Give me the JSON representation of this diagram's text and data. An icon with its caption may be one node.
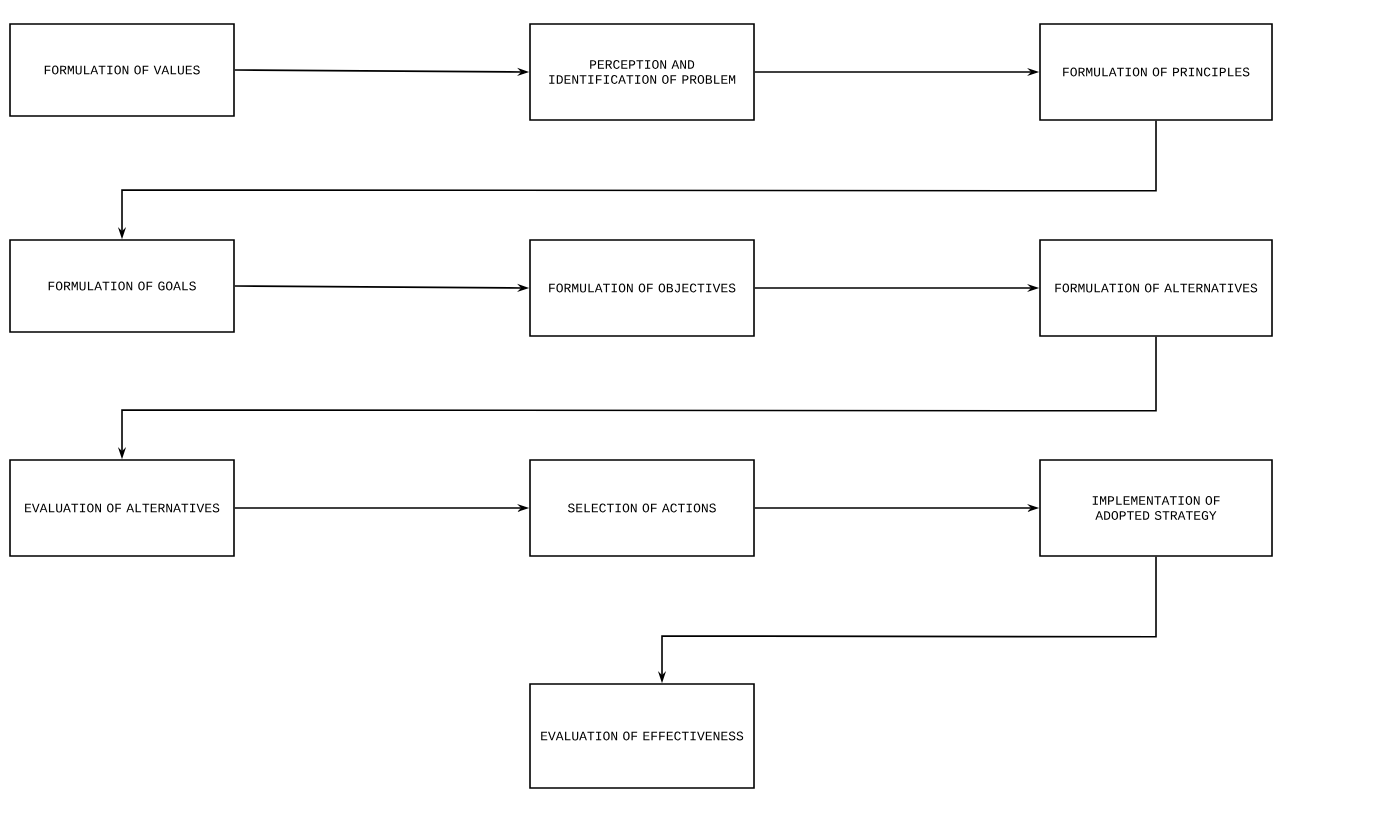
{
  "diagram": {
    "nodes": [
      {
        "text": [
          "FORMULATION OF VALUES"
        ]
      },
      {
        "text": [
          "PERCEPTION AND IDENTIFICATION OF PROBLEM"
        ]
      },
      {
        "text": [
          "FORMULATION OF PRINCIPLES"
        ]
      },
      {
        "text": [
          "FORMULATION OF GOALS"
        ]
      },
      {
        "text": [
          "FORMULATION OF OBJECTIVES"
        ]
      },
      {
        "text": [
          "FORMULATION OF ALTERNATIVES"
        ]
      },
      {
        "text": [
          "EVALUATION OF ALTERNATIVES"
        ]
      },
      {
        "text": [
          "SELECTION OF ACTIONS"
        ]
      },
      {
        "text": [
          "IMPLEMENTATION OF ADOPTED STRATEGY"
        ]
      },
      {
        "text": [
          "EVALUATION OF EFFECTIVENESS"
        ]
      }
    ],
    "edges": [
      {
        "from": 0,
        "to": 1,
        "arrow": "to"
      },
      {
        "from": 1,
        "to": 2,
        "arrow": "to"
      },
      {
        "from": 2,
        "to": 3,
        "arrow": "to"
      },
      {
        "from": 3,
        "to": 4,
        "arrow": "to"
      },
      {
        "from": 4,
        "to": 5,
        "arrow": "to"
      },
      {
        "from": 5,
        "to": 6,
        "arrow": "to"
      },
      {
        "from": 6,
        "to": 7,
        "arrow": "to"
      },
      {
        "from": 7,
        "to": 8,
        "arrow": "to"
      },
      {
        "from": 8,
        "to": 9,
        "arrow": "to"
      }
    ]
  }
}
